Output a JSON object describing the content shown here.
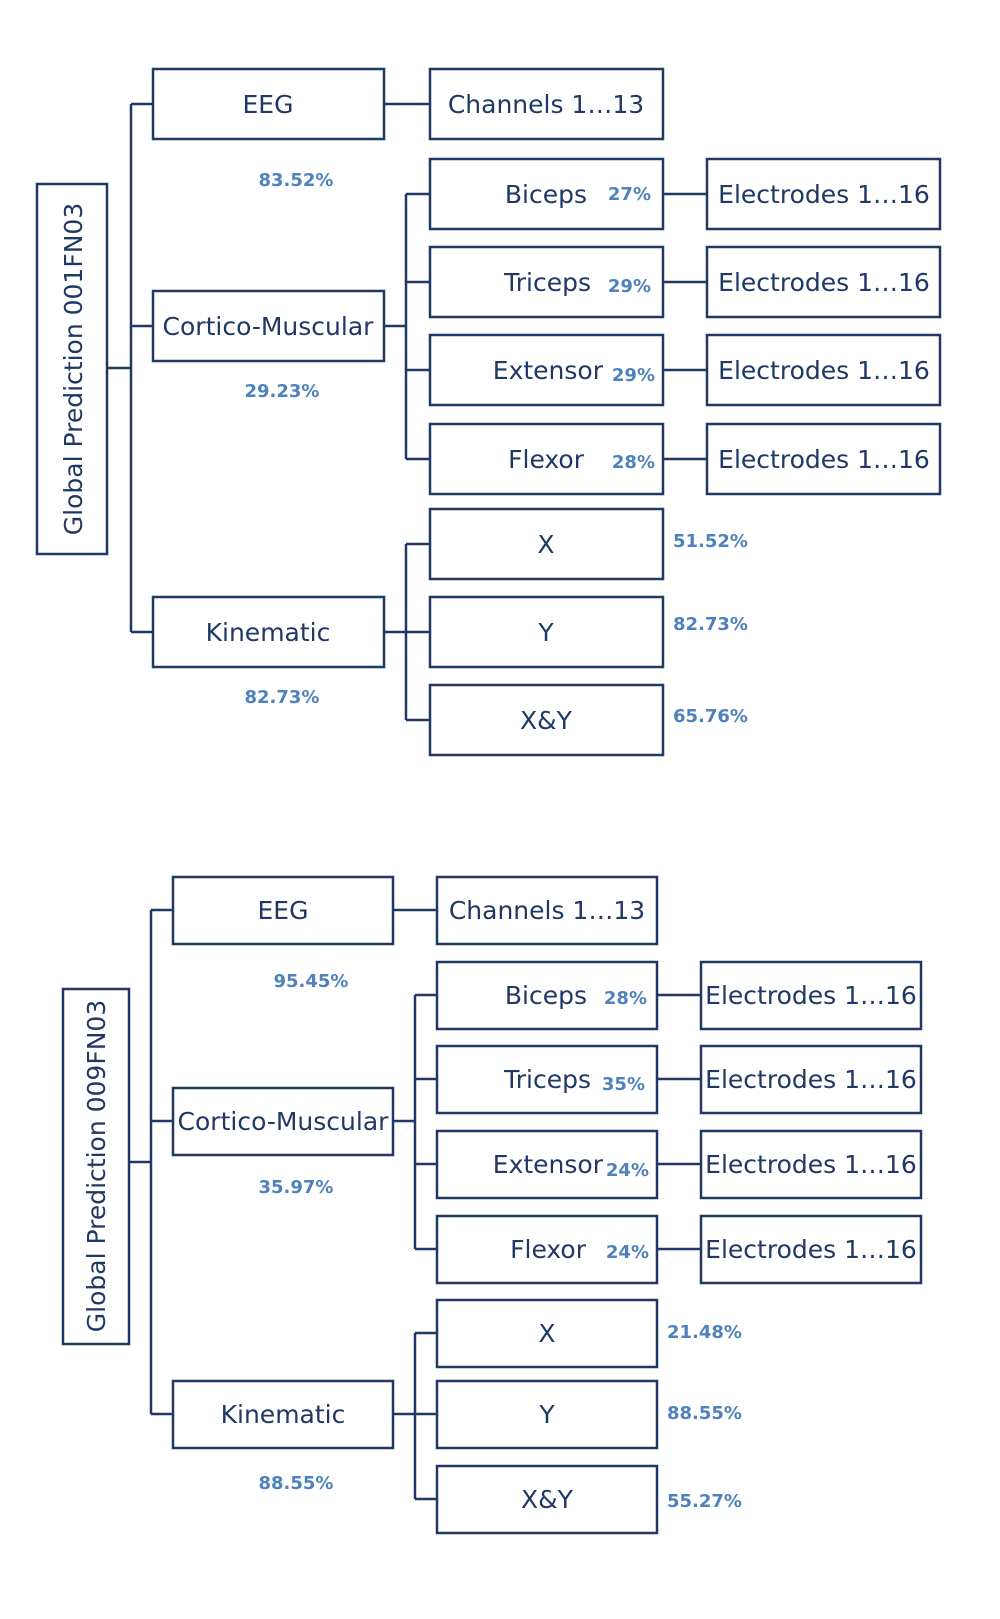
{
  "diagrams": [
    {
      "root_label": "Global Prediction 001FN03",
      "eeg": {
        "label": "EEG",
        "accuracy": "83.52%",
        "child": "Channels 1…13"
      },
      "cortico": {
        "label": "Cortico-Muscular",
        "accuracy": "29.23%",
        "muscles": [
          {
            "label": "Biceps",
            "pct": "27%",
            "child": "Electrodes 1…16"
          },
          {
            "label": "Triceps",
            "pct": "29%",
            "child": "Electrodes 1…16"
          },
          {
            "label": "Extensor",
            "pct": "29%",
            "child": "Electrodes 1…16"
          },
          {
            "label": "Flexor",
            "pct": "28%",
            "child": "Electrodes 1…16"
          }
        ]
      },
      "kinematic": {
        "label": "Kinematic",
        "accuracy": "82.73%",
        "axes": [
          {
            "label": "X",
            "pct": "51.52%"
          },
          {
            "label": "Y",
            "pct": "82.73%"
          },
          {
            "label": "X&Y",
            "pct": "65.76%"
          }
        ]
      }
    },
    {
      "root_label": "Global Prediction 009FN03",
      "eeg": {
        "label": "EEG",
        "accuracy": "95.45%",
        "child": "Channels 1…13"
      },
      "cortico": {
        "label": "Cortico-Muscular",
        "accuracy": "35.97%",
        "muscles": [
          {
            "label": "Biceps",
            "pct": "28%",
            "child": "Electrodes 1…16"
          },
          {
            "label": "Triceps",
            "pct": "35%",
            "child": "Electrodes 1…16"
          },
          {
            "label": "Extensor",
            "pct": "24%",
            "child": "Electrodes 1…16"
          },
          {
            "label": "Flexor",
            "pct": "24%",
            "child": "Electrodes 1…16"
          }
        ]
      },
      "kinematic": {
        "label": "Kinematic",
        "accuracy": "88.55%",
        "axes": [
          {
            "label": "X",
            "pct": "21.48%"
          },
          {
            "label": "Y",
            "pct": "88.55%"
          },
          {
            "label": "X&Y",
            "pct": "55.27%"
          }
        ]
      }
    }
  ],
  "colors": {
    "box_stroke": "#1f3864",
    "label_text": "#1f3864",
    "percent_text": "#4f81bd"
  }
}
